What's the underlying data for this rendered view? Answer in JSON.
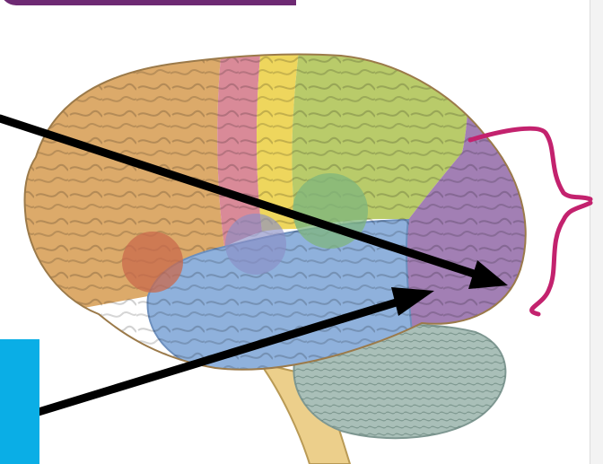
{
  "figure": {
    "subject": "brain-lateral-view",
    "labels_visible": false
  },
  "regions": [
    {
      "id": "frontal-lobe",
      "color": "#dcaa6a"
    },
    {
      "id": "premotor-strip",
      "color": "#d98a98"
    },
    {
      "id": "motor-strip",
      "color": "#eed65d"
    },
    {
      "id": "parietal-lobe",
      "color": "#b9cb6a"
    },
    {
      "id": "occipital-lobe",
      "color": "#a27fb4"
    },
    {
      "id": "temporal-lobe",
      "color": "#8fb1dc"
    },
    {
      "id": "cerebellum",
      "color": "#a9bfb8"
    },
    {
      "id": "brainstem",
      "color": "#eccf8b"
    },
    {
      "id": "broca-spot",
      "color": "#c96a4c"
    },
    {
      "id": "wernicke-spot",
      "color": "#7fb57d"
    },
    {
      "id": "auditory-spot",
      "color": "#8a8fc6"
    }
  ],
  "annotations": {
    "arrow_color": "#000000",
    "bracket_color": "#c3226e",
    "topbar_color": "#6e2a73",
    "tab_color": "#0aaee6"
  }
}
